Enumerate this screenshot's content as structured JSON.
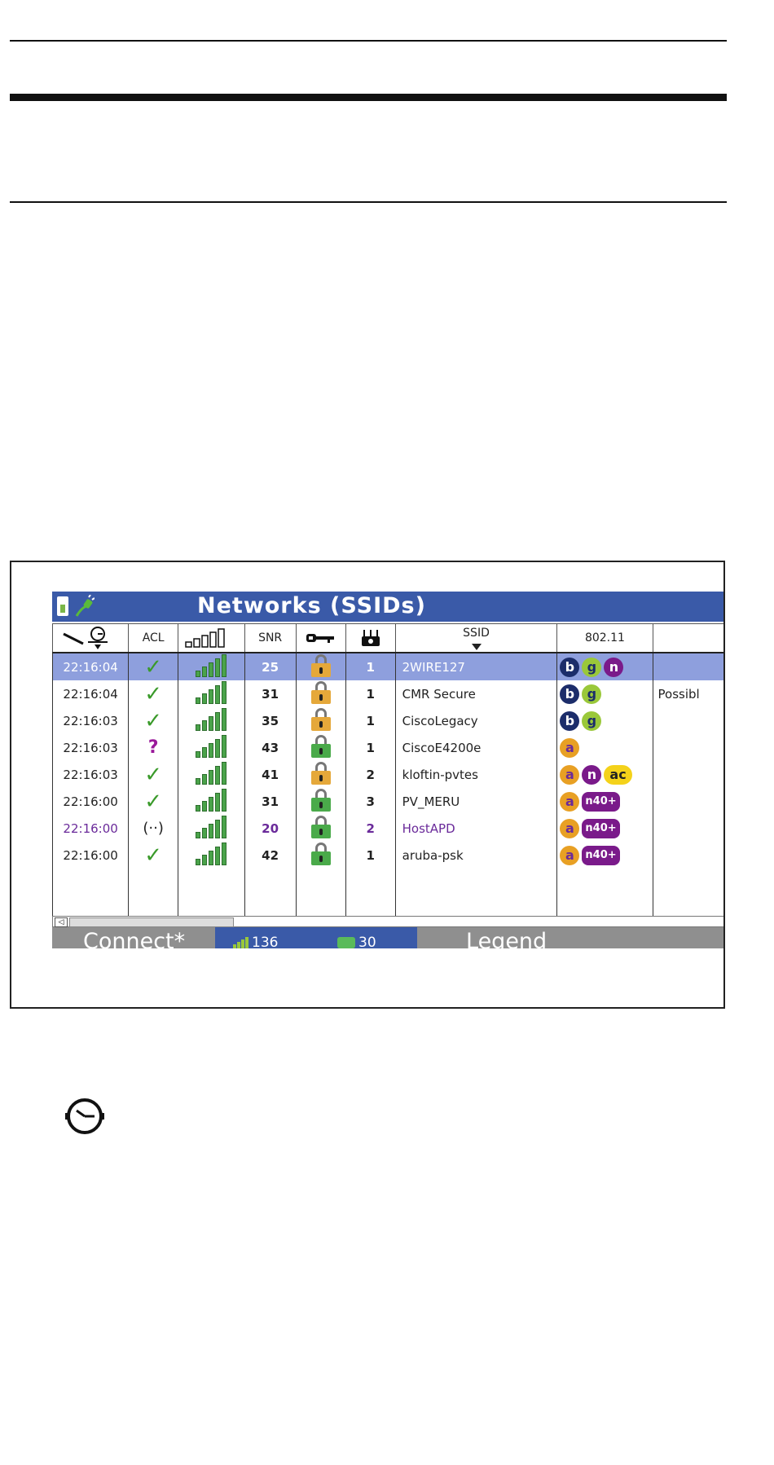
{
  "window": {
    "title": "Networks (SSIDs)"
  },
  "columns": {
    "time": "",
    "acl": "ACL",
    "signal": "",
    "snr": "SNR",
    "key": "",
    "ap": "",
    "ssid": "SSID",
    "std": "802.11",
    "note": ""
  },
  "rows": [
    {
      "time": "22:16:04",
      "acl": "check",
      "bars": 5,
      "snr": "25",
      "lock": "gold",
      "ch": "1",
      "ssid": "2WIRE127",
      "badges": [
        "b",
        "g",
        "n"
      ],
      "note": "",
      "selected": true,
      "purple": false
    },
    {
      "time": "22:16:04",
      "acl": "check",
      "bars": 5,
      "snr": "31",
      "lock": "gold",
      "ch": "1",
      "ssid": "CMR Secure",
      "badges": [
        "b",
        "g"
      ],
      "note": "Possibl",
      "selected": false,
      "purple": false
    },
    {
      "time": "22:16:03",
      "acl": "check",
      "bars": 5,
      "snr": "35",
      "lock": "gold",
      "ch": "1",
      "ssid": "CiscoLegacy",
      "badges": [
        "b",
        "g"
      ],
      "note": "",
      "selected": false,
      "purple": false
    },
    {
      "time": "22:16:03",
      "acl": "?",
      "bars": 5,
      "snr": "43",
      "lock": "green",
      "ch": "1",
      "ssid": "CiscoE4200e",
      "badges": [
        "a"
      ],
      "note": "",
      "selected": false,
      "purple": false
    },
    {
      "time": "22:16:03",
      "acl": "check",
      "bars": 5,
      "snr": "41",
      "lock": "gold",
      "ch": "2",
      "ssid": "kloftin-pvtes",
      "badges": [
        "a",
        "n",
        "ac"
      ],
      "note": "",
      "selected": false,
      "purple": false
    },
    {
      "time": "22:16:00",
      "acl": "check",
      "bars": 5,
      "snr": "31",
      "lock": "green",
      "ch": "3",
      "ssid": "PV_MERU",
      "badges": [
        "a",
        "n40+"
      ],
      "note": "",
      "selected": false,
      "purple": false
    },
    {
      "time": "22:16:00",
      "acl": "(··)",
      "bars": 5,
      "snr": "20",
      "lock": "green",
      "ch": "2",
      "ssid": "HostAPD",
      "badges": [
        "a",
        "n40+"
      ],
      "note": "",
      "selected": false,
      "purple": true
    },
    {
      "time": "22:16:00",
      "acl": "check",
      "bars": 5,
      "snr": "42",
      "lock": "green",
      "ch": "1",
      "ssid": "aruba-psk",
      "badges": [
        "a",
        "n40+"
      ],
      "note": "",
      "selected": false,
      "purple": false
    }
  ],
  "footer": {
    "connect": "Connect*",
    "ap_count": "136",
    "client_count": "30",
    "legend": "Legend"
  },
  "colors": {
    "titlebar": "#3a5aa8",
    "selected_row": "#8e9fdd",
    "footer": "#8f8f8f",
    "purple_text": "#6a2a9a"
  },
  "icons": {
    "battery": "battery-icon",
    "plug": "power-plug-icon",
    "clock": "clock-icon",
    "key": "key-icon",
    "ap": "access-point-icon",
    "signal": "signal-strength-icon"
  }
}
